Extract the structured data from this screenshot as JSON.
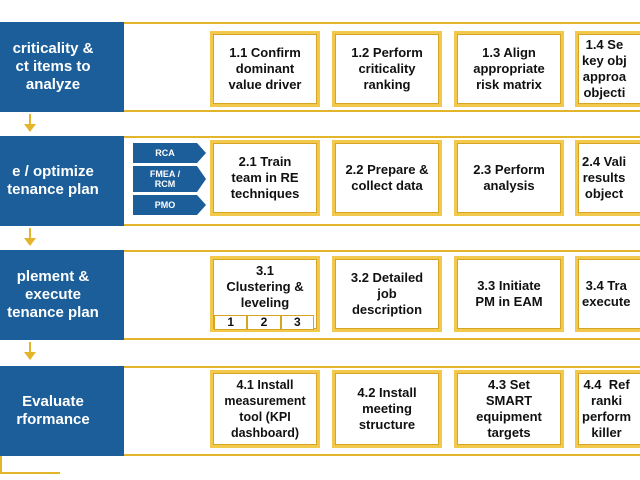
{
  "phases": [
    {
      "label": "criticality &\nct items to\nanalyze"
    },
    {
      "label": "e / optimize\ntenance plan"
    },
    {
      "label": "plement &\nexecute\ntenance plan"
    },
    {
      "label": "Evaluate\nrformance"
    }
  ],
  "tags": [
    "RCA",
    "FMEA /\nRCM",
    "PMO"
  ],
  "steps": {
    "row1": [
      "1.1 Confirm\ndominant\nvalue driver",
      "1.2 Perform\ncriticality\nranking",
      "1.3 Align\nappropriate\nrisk matrix",
      "1.4 Se\nkey obj\napproa\nobjecti"
    ],
    "row2": [
      "2.1 Train\nteam in RE\ntechniques",
      "2.2 Prepare &\ncollect data",
      "2.3 Perform\nanalysis",
      "2.4 Vali\nresults\nobject"
    ],
    "row3": [
      "3.1\nClustering &\nleveling",
      "3.2 Detailed\njob\ndescription",
      "3.3 Initiate\nPM in EAM",
      "3.4 Tra\nexecute"
    ],
    "row4": [
      "4.1 Install\nmeasurement\ntool (KPI\ndashboard)",
      "4.2 Install\nmeeting\nstructure",
      "4.3 Set\nSMART\nequipment\ntargets",
      "4.4  Ref\nranki\nperform\nkiller"
    ]
  },
  "subnumbers": [
    "1",
    "2",
    "3"
  ]
}
